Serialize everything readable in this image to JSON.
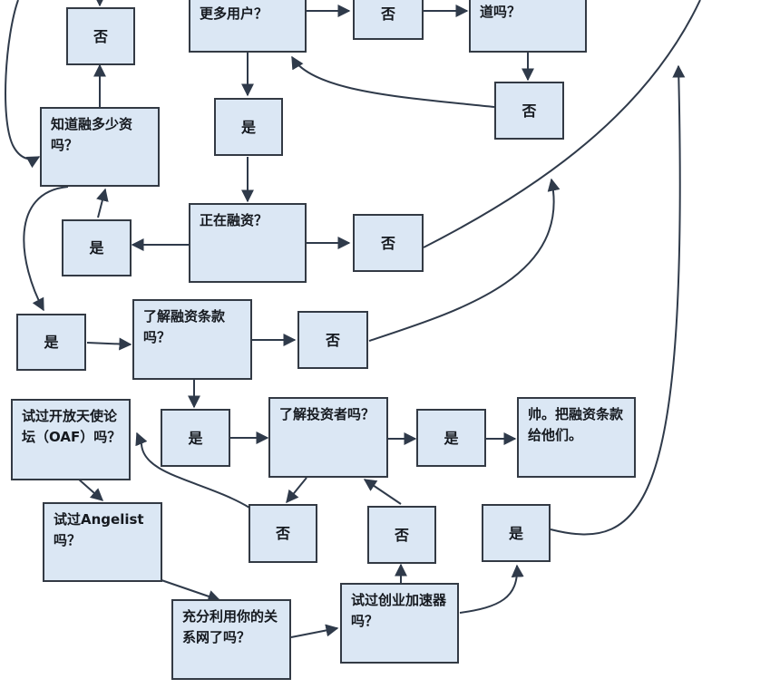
{
  "colors": {
    "box_fill": "#dbe7f4",
    "box_border": "#333a44",
    "arrow": "#2f3a4a",
    "text": "#15191f"
  },
  "nodes": {
    "more_users": "更多用户？",
    "know_q": "道吗？",
    "no_top_left": "否",
    "no_top_mid": "否",
    "no_top_right": "否",
    "know_funding": "知道融多少资吗？",
    "yes_users": "是",
    "fundraising": "正在融资？",
    "yes_fundraising": "是",
    "no_fundraising": "否",
    "yes_know_funding": "是",
    "understand_terms": "了解融资条款吗？",
    "no_terms": "否",
    "tried_oaf": "试过开放天使论坛（OAF）吗？",
    "yes_terms": "是",
    "understand_investors": "了解投资者吗？",
    "yes_investors": "是",
    "final": "帅。把融资条款给他们。",
    "tried_angelist": "试过Angelist吗？",
    "no_investors_left": "否",
    "no_investors_right": "否",
    "yes_accelerator": "是",
    "network": "充分利用你的关系网了吗？",
    "accelerator": "试过创业加速器吗？"
  }
}
